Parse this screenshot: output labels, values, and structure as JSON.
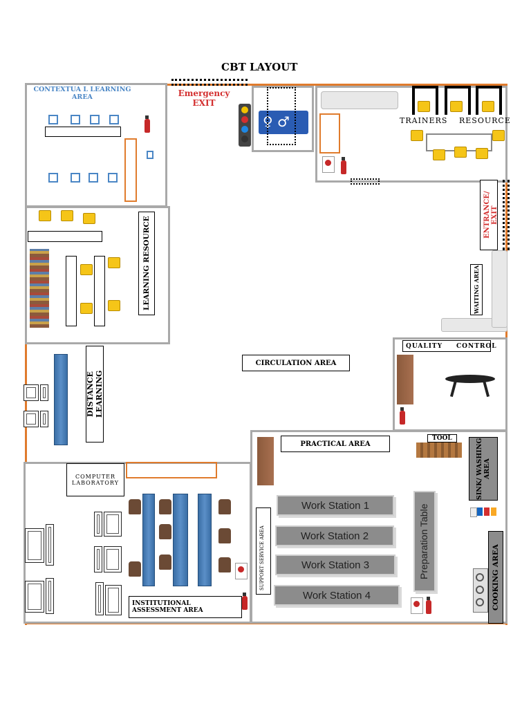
{
  "title": "CBT LAYOUT",
  "labels": {
    "contextual": "CONTEXTUA L LEARNING AREA",
    "emergency": "Emergency EXIT",
    "trainers": "TRAINERS",
    "resource": "RESOURCE",
    "entrance": "ENTRANCE/ EXIT",
    "learning_resource": "LEARNING RESOURCE",
    "waiting": "WAITING AREA",
    "circulation": "CIRCULATION AREA",
    "quality": "QUALITY",
    "control": "CONTROL",
    "distance": "DISTANCE LEARNING",
    "practical": "PRACTICAL AREA",
    "tool": "TOOL",
    "sink": "SINK/ WASHING AREA",
    "computer_lab": "COMPUTER LABORATORY",
    "support": "SUPPORT SERVICE AREA",
    "prep_table": "Preparation Table",
    "cooking": "COOKING AREA",
    "assessment": "INSTITUTIONAL ASSESSMENT AREA"
  },
  "work_stations": [
    "Work Station 1",
    "Work Station 2",
    "Work Station 3",
    "Work Station 4"
  ],
  "colors": {
    "wall": "#a9a9a9",
    "outer_wall": "#e07b2c",
    "exit_text": "#d32f2f",
    "contextual_text": "#4a86c5",
    "table_blue": "#4a7db5"
  },
  "icons": [
    "fire-extinguisher-icon",
    "restroom-icon",
    "traffic-light-icon",
    "bookshelf-icon",
    "monitor-icon",
    "chair-icon",
    "sofa-icon",
    "stove-icon",
    "round-table-icon"
  ]
}
